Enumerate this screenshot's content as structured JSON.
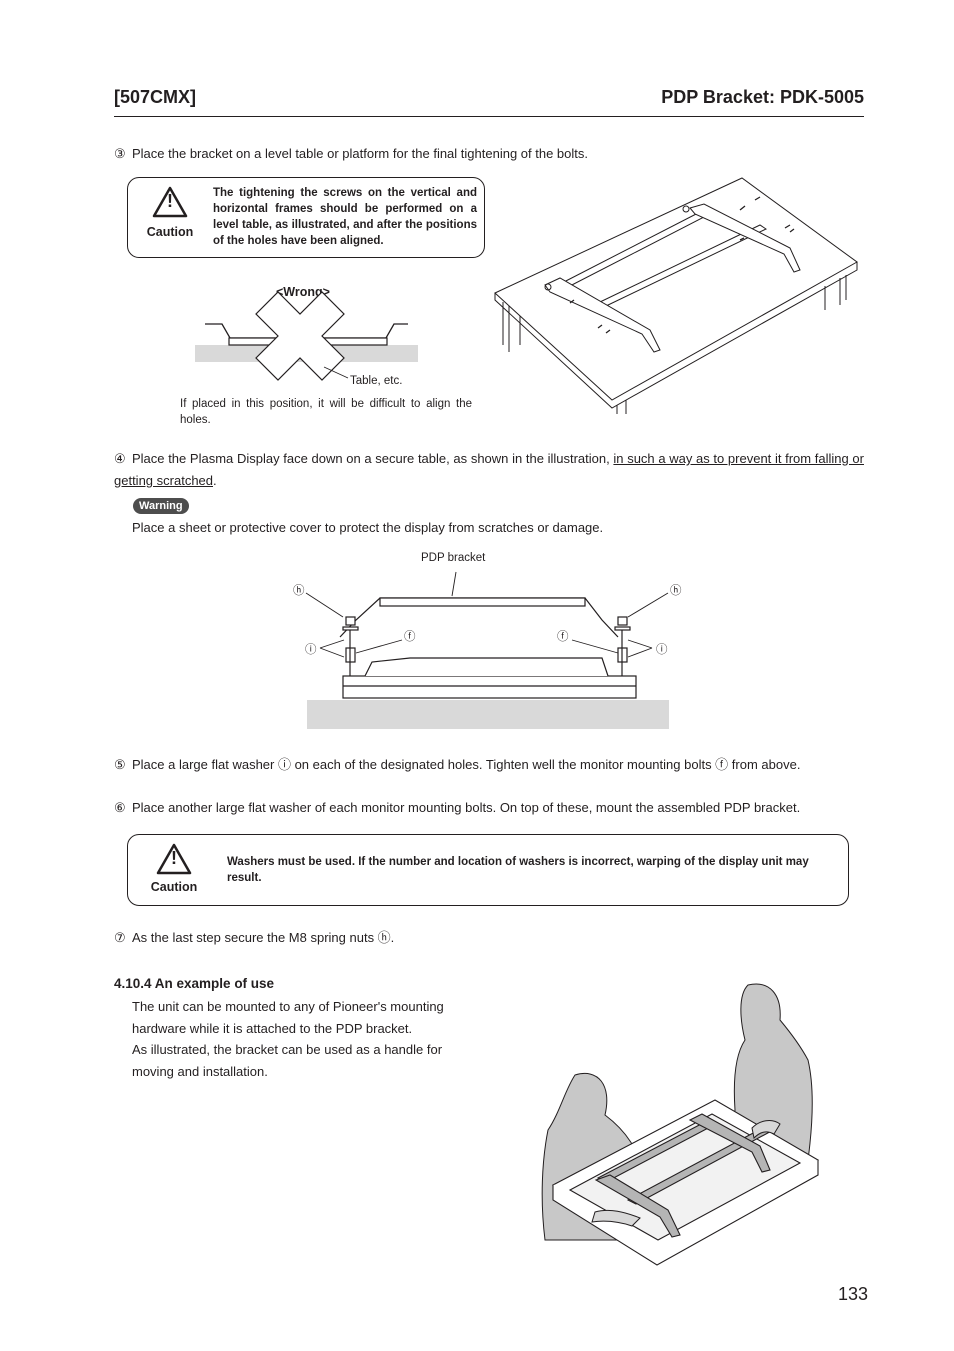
{
  "header": {
    "left": "[507CMX]",
    "right": "PDP Bracket: PDK-5005"
  },
  "step3": {
    "num": "③",
    "text": "Place the bracket on a level table or platform for the final tightening of the bolts."
  },
  "caution1": {
    "label": "Caution",
    "text": "The tightening the screws on the vertical and horizontal frames should be performed on a level table, as illustrated, and after the positions of the holes have been aligned."
  },
  "wrong_fig": {
    "title": "<Wrong>",
    "table_label": "Table, etc.",
    "note": "If placed in this position, it will be difficult to align the holes."
  },
  "step4": {
    "num": "④",
    "text_plain": "Place the Plasma Display face down on a secure table, as shown in the illustration, ",
    "text_underlined": "in such a way as to prevent it from falling or getting scratched",
    "text_end": "."
  },
  "warning": {
    "badge": "Warning",
    "text": "Place a sheet or protective cover to protect the display from scratches or damage."
  },
  "side_fig": {
    "bracket_label": "PDP bracket",
    "label_h": "ⓗ",
    "label_i": "ⓘ",
    "label_f": "ⓕ"
  },
  "step5": {
    "num": "⑤",
    "text": "Place a large flat washer ⓘ on each of the designated holes. Tighten well the monitor mounting bolts ⓕ from above."
  },
  "step6": {
    "num": "⑥",
    "text": "Place another large flat washer of each monitor mounting bolts. On top of these, mount the assembled PDP bracket."
  },
  "caution2": {
    "label": "Caution",
    "text": "Washers must be used.  If the number and location of washers is incorrect, warping of the display unit may result."
  },
  "step7": {
    "num": "⑦",
    "text": "As the last step secure the M8 spring nuts ⓗ."
  },
  "section": {
    "title": "4.10.4 An example of use",
    "para1": "The unit can be mounted to any of Pioneer's mounting hardware while it is attached to the PDP bracket.",
    "para2": "As illustrated, the bracket can be used as a handle for moving and installation."
  },
  "page_number": "133",
  "warn_symbol": "!"
}
